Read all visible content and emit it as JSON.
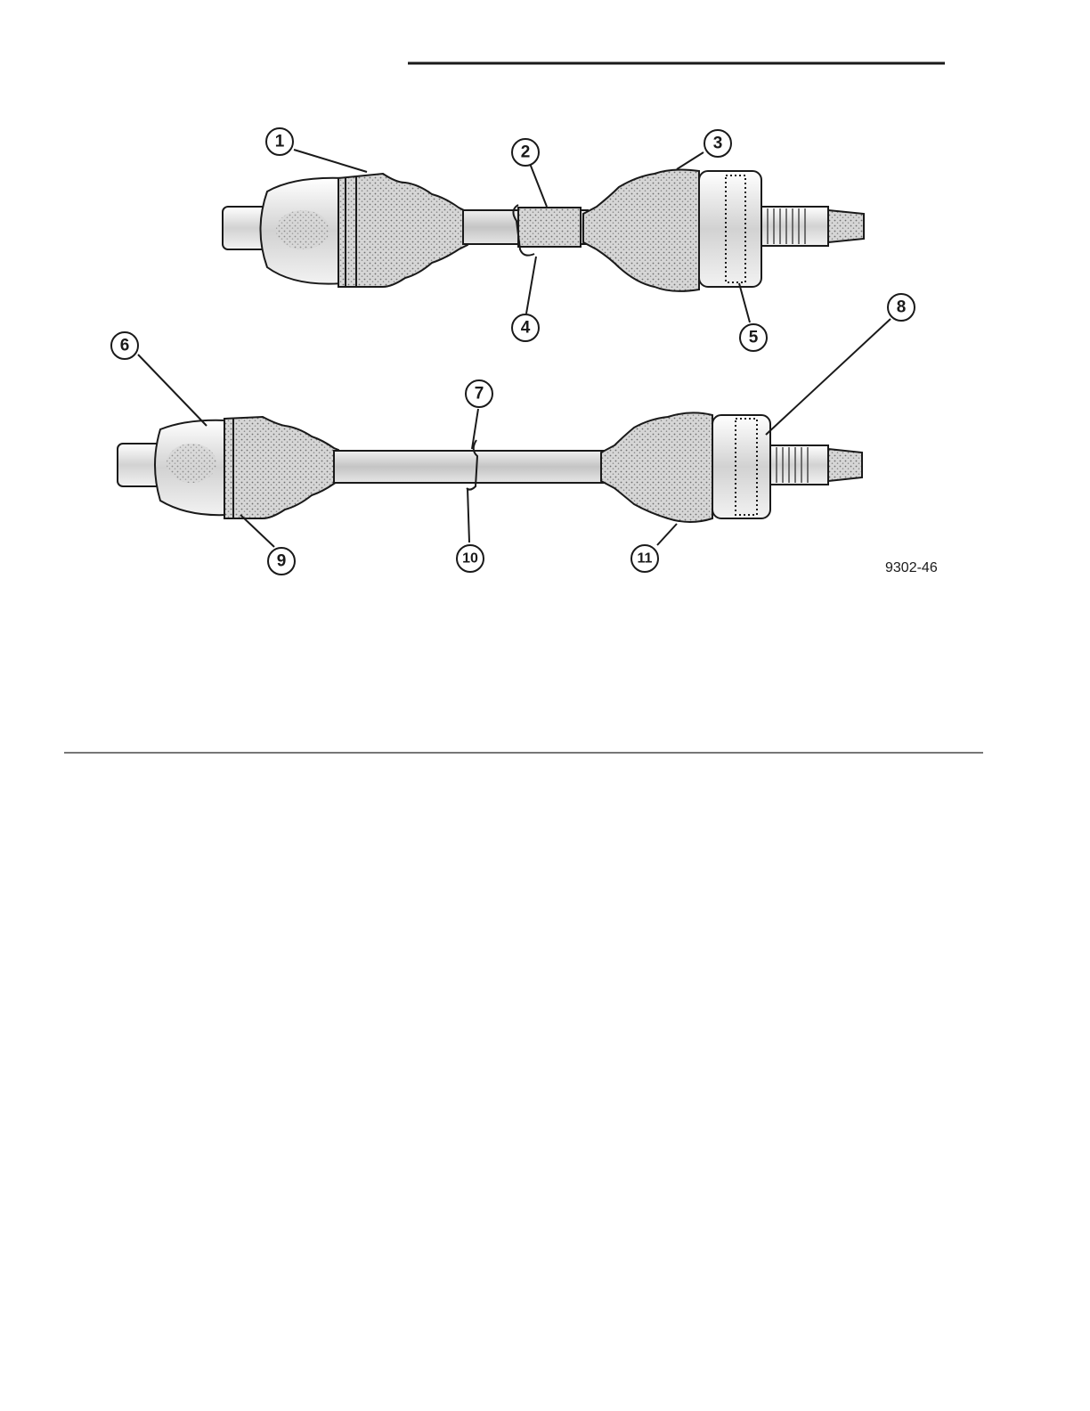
{
  "figure": {
    "code": "9302-46",
    "callouts": [
      "1",
      "2",
      "3",
      "4",
      "5",
      "6",
      "7",
      "8",
      "9",
      "10",
      "11"
    ]
  },
  "colors": {
    "ink": "#1a1a1a",
    "stipple": "#bdbdbd",
    "housing": "#d9d9d9",
    "shaft": "#cfcfcf"
  }
}
